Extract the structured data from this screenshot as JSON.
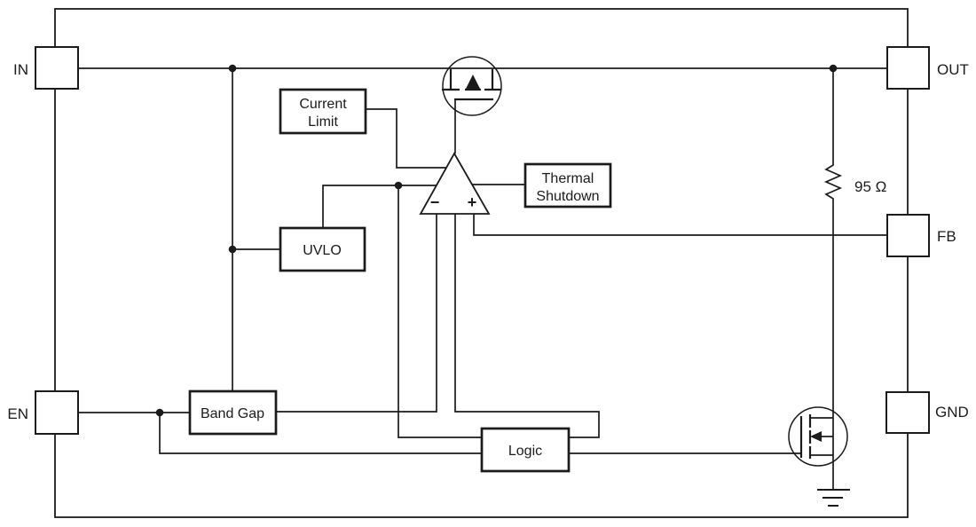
{
  "pins": {
    "in": "IN",
    "out": "OUT",
    "fb": "FB",
    "gnd": "GND",
    "en": "EN"
  },
  "blocks": {
    "current_limit": {
      "line1": "Current",
      "line2": "Limit"
    },
    "uvlo": {
      "label": "UVLO"
    },
    "thermal_shutdown": {
      "line1": "Thermal",
      "line2": "Shutdown"
    },
    "band_gap": {
      "label": "Band Gap"
    },
    "logic": {
      "label": "Logic"
    }
  },
  "error_amplifier": {
    "inverting_input": "−",
    "noninverting_input": "+"
  },
  "components": {
    "feedback_resistor": {
      "label": "95 Ω"
    }
  },
  "colors": {
    "line": "#1b1b1b",
    "background": "#ffffff"
  }
}
